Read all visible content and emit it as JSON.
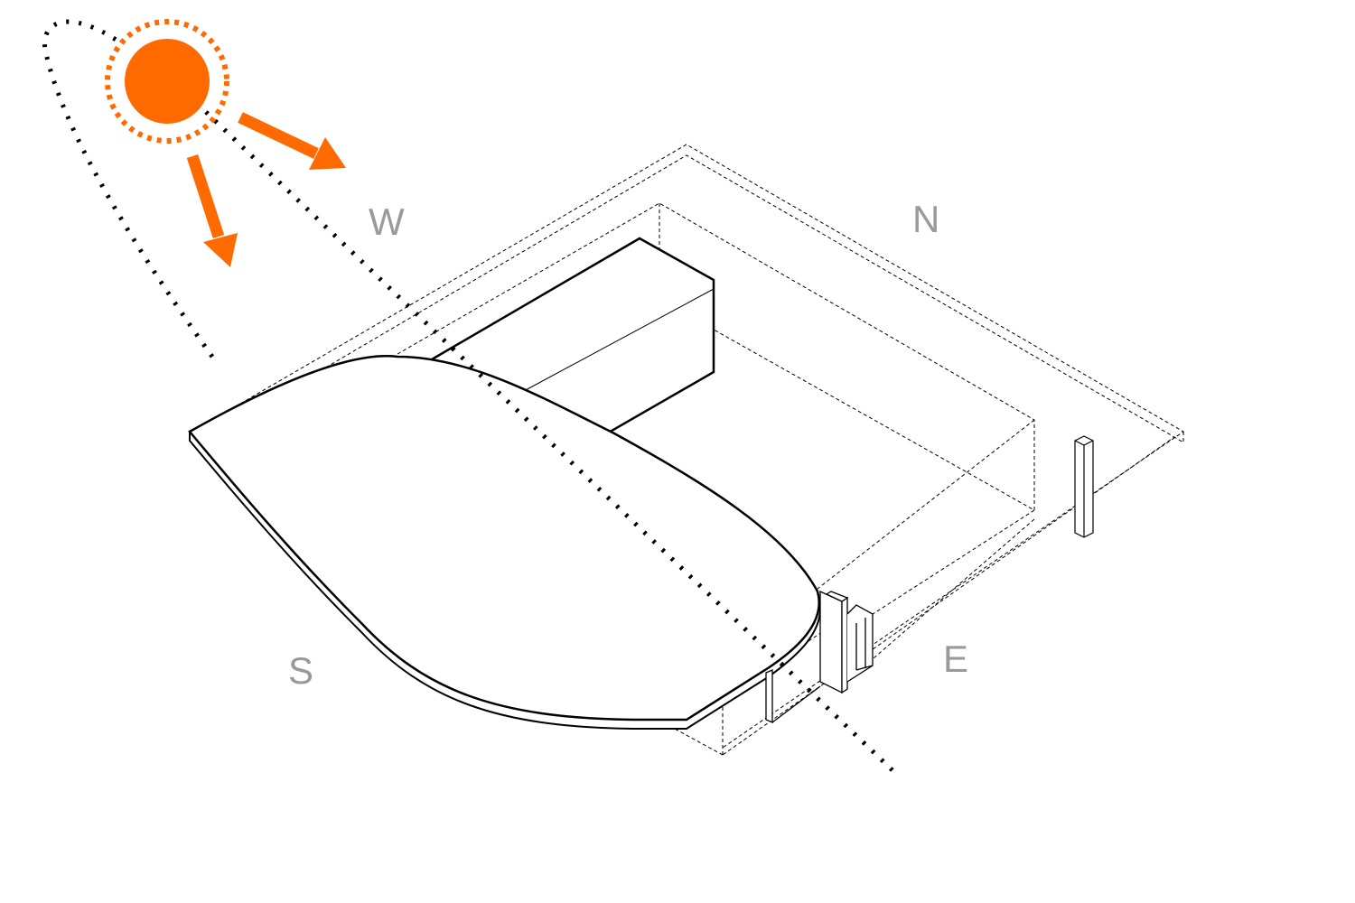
{
  "compass": {
    "west": "W",
    "north": "N",
    "south": "S",
    "east": "E"
  },
  "colors": {
    "sun": "#FF6A00",
    "line": "#000000",
    "label": "#9a9a9a"
  },
  "icons": [
    "sun-icon",
    "sun-ray-arrow-icon"
  ]
}
